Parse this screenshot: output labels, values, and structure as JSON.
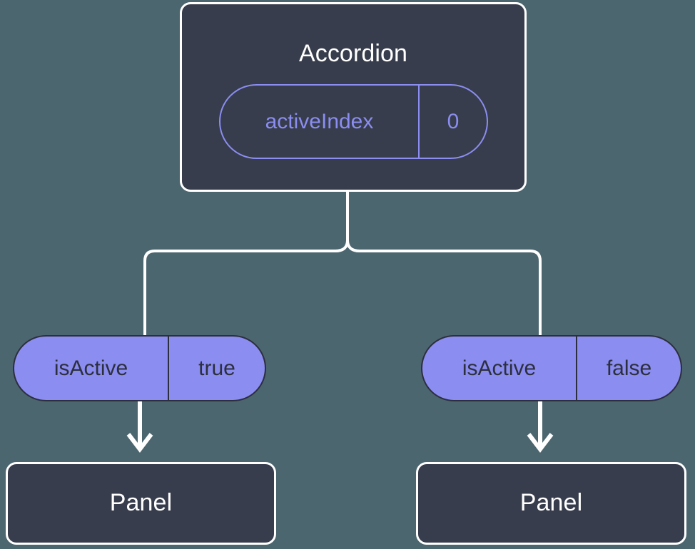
{
  "diagram": {
    "type": "component-tree",
    "background_color": "#4c6670",
    "node_fill": "#373d4c",
    "node_border": "#ffffff",
    "accent_color": "#8b8df0",
    "edge_color": "#ffffff"
  },
  "root": {
    "title": "Accordion",
    "prop": {
      "key": "activeIndex",
      "value": "0"
    }
  },
  "branches": [
    {
      "prop": {
        "key": "isActive",
        "value": "true"
      },
      "child": {
        "title": "Panel"
      }
    },
    {
      "prop": {
        "key": "isActive",
        "value": "false"
      },
      "child": {
        "title": "Panel"
      }
    }
  ]
}
